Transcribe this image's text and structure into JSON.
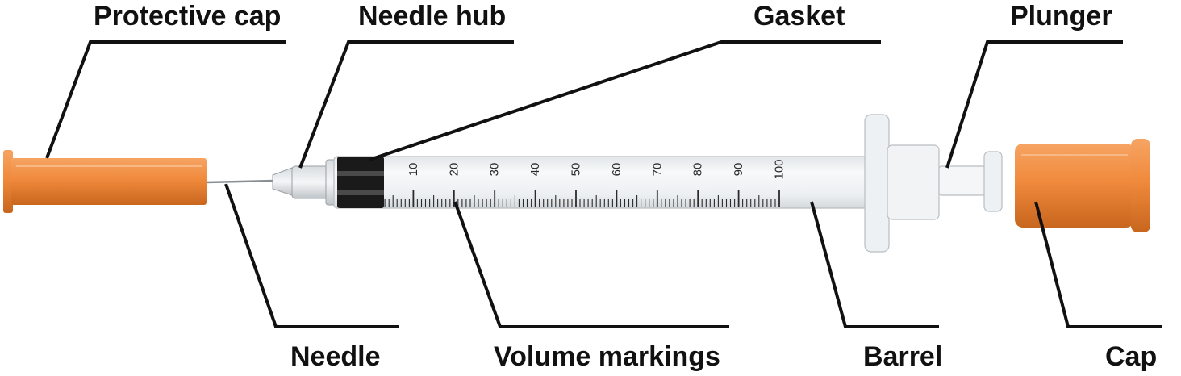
{
  "labels": {
    "protective_cap": "Protective cap",
    "needle_hub": "Needle hub",
    "gasket": "Gasket",
    "plunger": "Plunger",
    "needle": "Needle",
    "volume_markings": "Volume markings",
    "barrel": "Barrel",
    "cap": "Cap"
  },
  "scale_numbers": [
    "10",
    "20",
    "30",
    "40",
    "50",
    "60",
    "70",
    "80",
    "90",
    "100"
  ],
  "colors": {
    "cap_orange": "#F08A3C",
    "cap_orange_dark": "#C8661E",
    "leader_line": "#111111",
    "gasket": "#1a1a1a",
    "barrel": "#eef1f3"
  }
}
